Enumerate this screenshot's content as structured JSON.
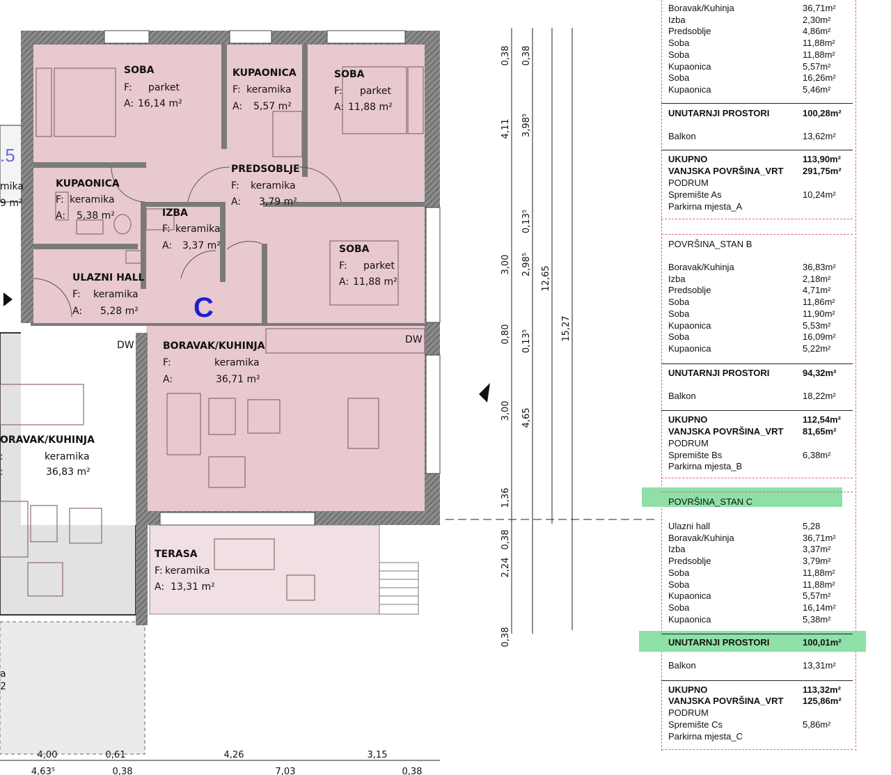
{
  "plan": {
    "apartment_letter": "C",
    "neighbour_code": ".5",
    "neighbour_cut": [
      "mika",
      "9 m²"
    ],
    "rooms": [
      {
        "id": "soba1",
        "title": "SOBA",
        "floor_label": "F:",
        "floor": "parket",
        "area_label": "A:",
        "area": "16,14 m²"
      },
      {
        "id": "kupaonica1",
        "title": "KUPAONICA",
        "floor_label": "F:",
        "floor": "keramika",
        "area_label": "A:",
        "area": "5,57 m²"
      },
      {
        "id": "soba2",
        "title": "SOBA",
        "floor_label": "F:",
        "floor": "parket",
        "area_label": "A:",
        "area": "11,88 m²"
      },
      {
        "id": "predsoblje",
        "title": "PREDSOBLJE",
        "floor_label": "F:",
        "floor": "keramika",
        "area_label": "A:",
        "area": "3,79 m²"
      },
      {
        "id": "kupaonica2",
        "title": "KUPAONICA",
        "floor_label": "F:",
        "floor": "keramika",
        "area_label": "A:",
        "area": "5,38 m²"
      },
      {
        "id": "izba",
        "title": "IZBA",
        "floor_label": "F:",
        "floor": "keramika",
        "area_label": "A:",
        "area": "3,37 m²"
      },
      {
        "id": "soba3",
        "title": "SOBA",
        "floor_label": "F:",
        "floor": "parket",
        "area_label": "A:",
        "area": "11,88 m²"
      },
      {
        "id": "ulazni",
        "title": "ULAZNI HALL",
        "floor_label": "F:",
        "floor": "keramika",
        "area_label": "A:",
        "area": "5,28 m²"
      },
      {
        "id": "boravak",
        "title": "BORAVAK/KUHINJA",
        "floor_label": "F:",
        "floor": "keramika",
        "area_label": "A:",
        "area": "36,71 m²"
      },
      {
        "id": "terasa",
        "title": "TERASA",
        "floor_label": "F:",
        "floor": "keramika",
        "area_label": "A:",
        "area": "13,31 m²"
      },
      {
        "id": "boravakB",
        "title": "ORAVAK/KUHINJA",
        "floor_label": ":",
        "floor": "keramika",
        "area_label": ":",
        "area": "36,83 m²"
      }
    ],
    "partial_labels": [
      "a",
      "2"
    ],
    "dw": "DW",
    "dims_vertical_outer": [
      "0,38",
      "4,11",
      "3,00",
      "0,80",
      "3,00",
      "1,36",
      "0,38",
      "2,24",
      "0,38"
    ],
    "dims_vertical_inner": [
      "0,38",
      "3,98⁵",
      "0,13⁵",
      "2,98⁵",
      "0,13⁵",
      "4,65"
    ],
    "dims_total": [
      "12,65",
      "15,27"
    ],
    "dims_bottom_row1": [
      "4,00",
      "0,61",
      "4,26",
      "3,15"
    ],
    "dims_bottom_row2": [
      "4,63⁵",
      "0,38",
      "7,03",
      "0,38"
    ]
  },
  "table": {
    "top_rows": [
      {
        "k": "Boravak/Kuhinja",
        "v": "36,71m²"
      },
      {
        "k": "Izba",
        "v": "2,30m²"
      },
      {
        "k": "Predsoblje",
        "v": "4,86m²"
      },
      {
        "k": "Soba",
        "v": "11,88m²"
      },
      {
        "k": "Soba",
        "v": "11,88m²"
      },
      {
        "k": "Kupaonica",
        "v": "5,57m²"
      },
      {
        "k": "Soba",
        "v": "16,26m²"
      },
      {
        "k": "Kupaonica",
        "v": "5,46m²"
      }
    ],
    "a_unutarnji": {
      "k": "UNUTARNJI PROSTORI",
      "v": "100,28m²"
    },
    "a_balkon": {
      "k": "Balkon",
      "v": "13,62m²"
    },
    "a_ukupno": {
      "k": "UKUPNO",
      "v": "113,90m²"
    },
    "a_vanjska": {
      "k": "VANJSKA POVRŠINA_VRT",
      "v": "291,75m²"
    },
    "a_podrum": "PODRUM",
    "a_spremiste": {
      "k": "Spremište As",
      "v": "10,24m²"
    },
    "a_parking": "Parkirna mjesta_A",
    "b_title": "POVRŠINA_STAN B",
    "b_rows": [
      {
        "k": "Boravak/Kuhinja",
        "v": "36,83m²"
      },
      {
        "k": "Izba",
        "v": "2,18m²"
      },
      {
        "k": "Predsoblje",
        "v": "4,71m²"
      },
      {
        "k": "Soba",
        "v": "11,86m²"
      },
      {
        "k": "Soba",
        "v": "11,90m²"
      },
      {
        "k": "Kupaonica",
        "v": "5,53m²"
      },
      {
        "k": "Soba",
        "v": "16,09m²"
      },
      {
        "k": "Kupaonica",
        "v": "5,22m²"
      }
    ],
    "b_unutarnji": {
      "k": "UNUTARNJI PROSTORI",
      "v": "94,32m²"
    },
    "b_balkon": {
      "k": "Balkon",
      "v": "18,22m²"
    },
    "b_ukupno": {
      "k": "UKUPNO",
      "v": "112,54m²"
    },
    "b_vanjska": {
      "k": "VANJSKA POVRŠINA_VRT",
      "v": "81,65m²"
    },
    "b_podrum": "PODRUM",
    "b_spremiste": {
      "k": "Spremište Bs",
      "v": "6,38m²"
    },
    "b_parking": "Parkirna mjesta_B",
    "c_title": "POVRŠINA_STAN C",
    "c_rows": [
      {
        "k": "Ulazni hall",
        "v": "5,28"
      },
      {
        "k": "Boravak/Kuhinja",
        "v": "36,71m²"
      },
      {
        "k": "Izba",
        "v": "3,37m²"
      },
      {
        "k": "Predsoblje",
        "v": "3,79m²"
      },
      {
        "k": "Soba",
        "v": "11,88m²"
      },
      {
        "k": "Soba",
        "v": "11,88m²"
      },
      {
        "k": "Kupaonica",
        "v": "5,57m²"
      },
      {
        "k": "Soba",
        "v": "16,14m²"
      },
      {
        "k": "Kupaonica",
        "v": "5,38m²"
      }
    ],
    "c_unutarnji": {
      "k": "UNUTARNJI PROSTORI",
      "v": "100,01m²"
    },
    "c_balkon": {
      "k": "Balkon",
      "v": "13,31m²"
    },
    "c_ukupno": {
      "k": "UKUPNO",
      "v": "113,32m²"
    },
    "c_vanjska": {
      "k": "VANJSKA POVRŠINA_VRT",
      "v": "125,86m²"
    },
    "c_podrum": "PODRUM",
    "c_spremiste": {
      "k": "Spremište Cs",
      "v": "5,86m²"
    },
    "c_parking": "Parkirna mjesta_C",
    "highlight_color": "#8fe0a8"
  },
  "colors": {
    "room_fill": "#e8c9cf",
    "wall": "#666666",
    "grey_room": "#e2e2e2",
    "letter": "#1a1fd0"
  }
}
